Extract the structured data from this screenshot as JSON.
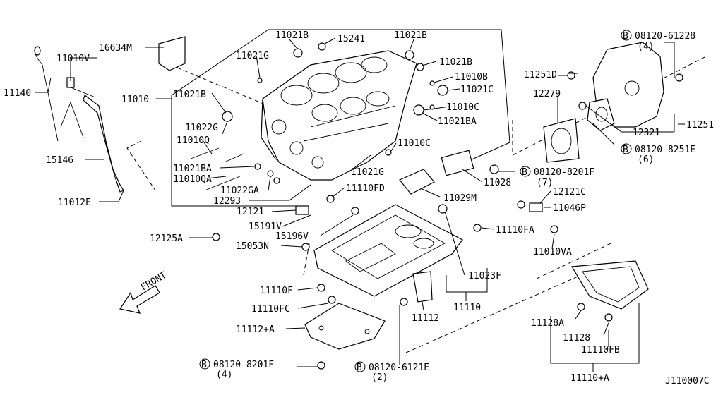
{
  "diagram": {
    "catalog_code": "J110007C",
    "front_label": "FRONT",
    "bolt_symbol": "B",
    "parts": {
      "p11140": "11140",
      "p11010V": "11010V",
      "p15146": "15146",
      "p11012E": "11012E",
      "p16634M": "16634M",
      "p11010": "11010",
      "p11021B_a": "11021B",
      "p15241": "15241",
      "p11021B_b": "11021B",
      "p11021G_a": "11021G",
      "p11021B_c": "11021B",
      "p11010B": "11010B",
      "p11021C": "11021C",
      "p11021B_d": "11021B",
      "p11022G": "11022G",
      "p11010Q": "11010Q",
      "p11010C_a": "11010C",
      "p11021BA_a": "11021BA",
      "p11010C_b": "11010C",
      "p11021BA_b": "11021BA",
      "p11010QA": "11010QA",
      "p11022GA": "11022GA",
      "p11021G_b": "11021G",
      "p12293": "12293",
      "p11110FD": "11110FD",
      "p11028": "11028",
      "p11029M": "11029M",
      "p12121": "12121",
      "p15191V": "15191V",
      "p15196V": "15196V",
      "p12125A": "12125A",
      "p15053N": "15053N",
      "p11110FA": "11110FA",
      "p11010VA": "11010VA",
      "p12121C": "12121C",
      "p11046P": "11046P",
      "p11023F": "11023F",
      "p11110F": "11110F",
      "p11110FC": "11110FC",
      "p11112A": "11112+A",
      "p11112": "11112",
      "p11110": "11110",
      "p11251D": "11251D",
      "p12279": "12279",
      "p12321": "12321",
      "p11251": "11251",
      "p11128A": "11128A",
      "p11128": "11128",
      "p11110FB": "11110FB",
      "p11110A": "11110+A"
    },
    "bolts": {
      "b1": {
        "code": "08120-61228",
        "qty": "(4)"
      },
      "b2": {
        "code": "08120-8251E",
        "qty": "(6)"
      },
      "b3": {
        "code": "08120-8201F",
        "qty": "(7)"
      },
      "b4": {
        "code": "08120-8201F",
        "qty": "(4)"
      },
      "b5": {
        "code": "08120-6121E",
        "qty": "(2)"
      }
    }
  }
}
